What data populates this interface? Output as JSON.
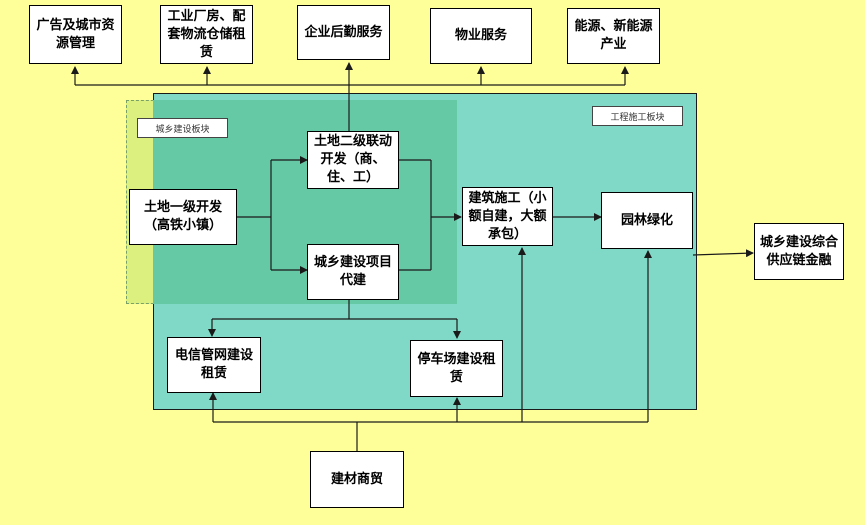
{
  "region_labels": {
    "urban_rural": "城乡建设板块",
    "engineering": "工程施工板块"
  },
  "nodes": {
    "advertising": "广告及城市资源管理",
    "industrial": "工业厂房、配套物流仓储租赁",
    "enterprise": "企业后勤服务",
    "property": "物业服务",
    "energy": "能源、新能源产业",
    "land_primary": "土地一级开发（高铁小镇）",
    "land_secondary": "土地二级联动开发（商、住、工）",
    "urban_project": "城乡建设项目代建",
    "construction": "建筑施工（小额自建，大额承包）",
    "landscaping": "园林绿化",
    "finance": "城乡建设综合供应链金融",
    "telecom": "电信管网建设租赁",
    "parking": "停车场建设租赁",
    "materials": "建材商贸"
  },
  "colors": {
    "background": "#FFFF99",
    "engineering_region": "#7FD9C6",
    "urban_rural_region": "#66C9A6",
    "line": "#1a1a1a"
  }
}
